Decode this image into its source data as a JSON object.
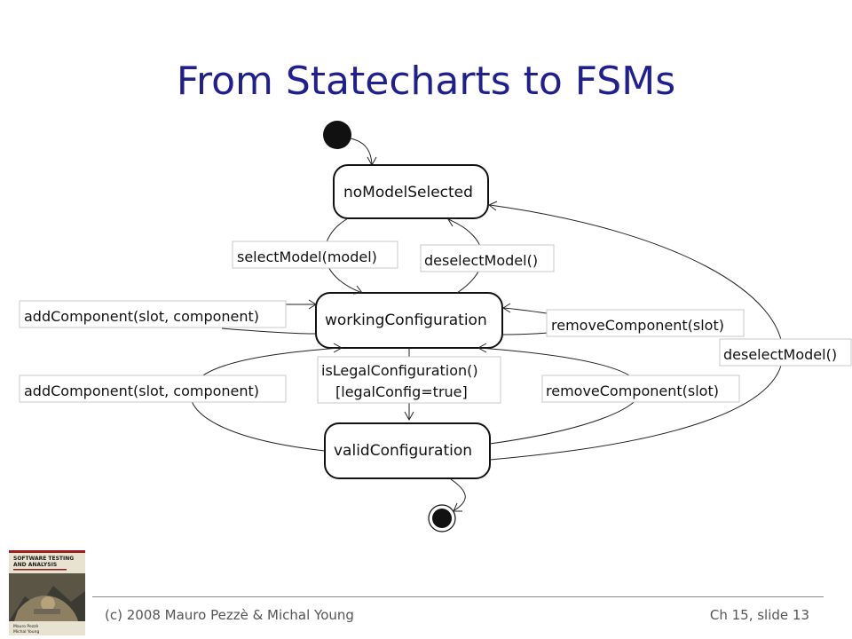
{
  "slide": {
    "title": "From Statecharts to FSMs"
  },
  "diagram": {
    "states": {
      "no_model_selected": "noModelSelected",
      "working_configuration": "workingConfiguration",
      "valid_configuration": "validConfiguration"
    },
    "transitions": {
      "select_model": "selectModel(model)",
      "deselect_model_top": "deselectModel()",
      "add_component_top": "addComponent(slot, component)",
      "remove_component_top": "removeComponent(slot)",
      "is_legal_configuration": "isLegalConfiguration()",
      "legal_config_guard": "[legalConfig=true]",
      "add_component_bottom": "addComponent(slot, component)",
      "remove_component_bottom": "removeComponent(slot)",
      "deselect_model_right": "deselectModel()"
    }
  },
  "book_cover": {
    "title_line1": "SOFTWARE TESTING",
    "title_line2": "AND ANALYSIS",
    "authors_line1": "Mauro Pezzè",
    "authors_line2": "Michal Young"
  },
  "footer": {
    "copyright": "(c) 2008 Mauro Pezzè & Michal Young",
    "slide_ref": "Ch 15, slide  13"
  },
  "colors": {
    "title": "#1f1f8f",
    "footer_text": "#555555"
  }
}
